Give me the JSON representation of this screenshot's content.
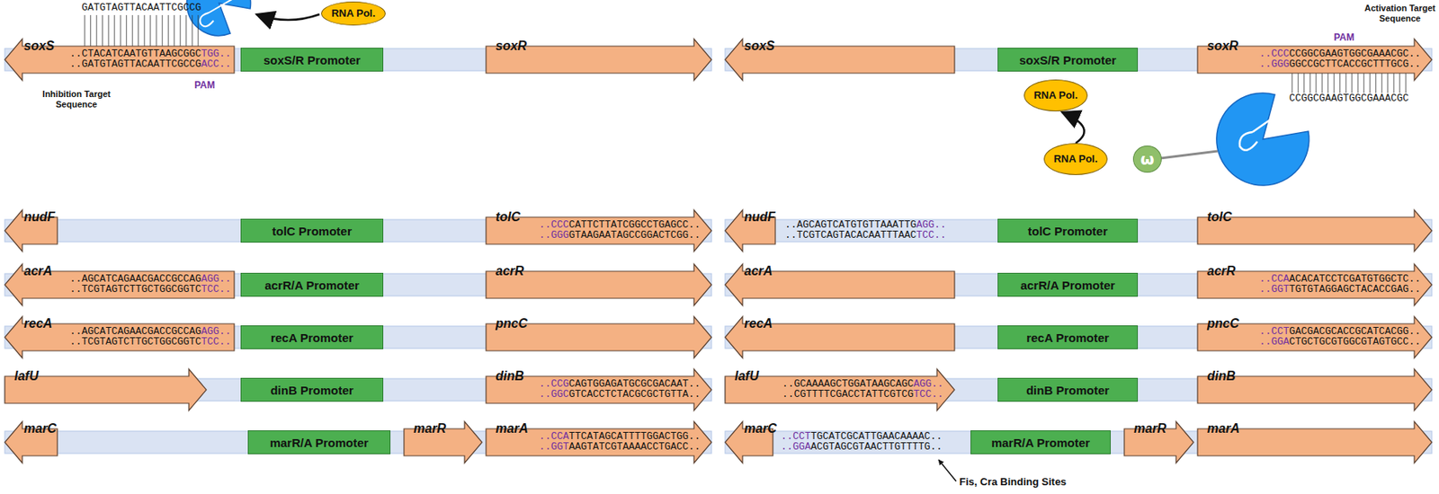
{
  "diagram": {
    "nodes": [
      {
        "text": [
          "RNA Pol."
        ]
      },
      {
        "text": [
          "soxS"
        ]
      },
      {
        "text": [
          "soxS/R Promoter"
        ]
      },
      {
        "text": [
          "soxR"
        ]
      },
      {
        "text": [
          "nudF"
        ]
      },
      {
        "text": [
          "tolC Promoter"
        ]
      },
      {
        "text": [
          "tolC"
        ]
      },
      {
        "text": [
          "acrA"
        ]
      },
      {
        "text": [
          "acrR/A Promoter"
        ]
      },
      {
        "text": [
          "acrR"
        ]
      },
      {
        "text": [
          "recA"
        ]
      },
      {
        "text": [
          "recA Promoter"
        ]
      },
      {
        "text": [
          "pncC"
        ]
      },
      {
        "text": [
          "lafU"
        ]
      },
      {
        "text": [
          "dinB Promoter"
        ]
      },
      {
        "text": [
          "dinB"
        ]
      },
      {
        "text": [
          "marC"
        ]
      },
      {
        "text": [
          "marR/A Promoter"
        ]
      },
      {
        "text": [
          "marR"
        ]
      },
      {
        "text": [
          "marA"
        ]
      },
      {
        "text": [
          "soxS"
        ]
      },
      {
        "text": [
          "soxS/R Promoter"
        ]
      },
      {
        "text": [
          "soxR"
        ]
      },
      {
        "text": [
          "RNA Pol."
        ]
      },
      {
        "text": [
          "RNA Pol."
        ]
      },
      {
        "text": [
          "ω"
        ]
      },
      {
        "text": [
          "nudF"
        ]
      },
      {
        "text": [
          "tolC Promoter"
        ]
      },
      {
        "text": [
          "tolC"
        ]
      },
      {
        "text": [
          "acrA"
        ]
      },
      {
        "text": [
          "acrR/A Promoter"
        ]
      },
      {
        "text": [
          "acrR"
        ]
      },
      {
        "text": [
          "recA"
        ]
      },
      {
        "text": [
          "recA Promoter"
        ]
      },
      {
        "text": [
          "pncC"
        ]
      },
      {
        "text": [
          "lafU"
        ]
      },
      {
        "text": [
          "dinB Promoter"
        ]
      },
      {
        "text": [
          "dinB"
        ]
      },
      {
        "text": [
          "marC"
        ]
      },
      {
        "text": [
          "marR/A Promoter"
        ]
      },
      {
        "text": [
          "marR"
        ]
      },
      {
        "text": [
          "marA"
        ]
      }
    ],
    "edges": [
      {
        "from": 24,
        "to": 23,
        "arrow": "to"
      }
    ],
    "labels": [
      "GATGTAGTTACAATTCGCCG",
      "..CTACATCAATGTTAAGCGGC",
      "TGG..",
      "..GATGTAGTTACAATTCGCCG",
      "ACC..",
      "Inhibition Target Sequence",
      "PAM",
      "..CCC",
      "CATTCTTATCGGCCTGAGCC..",
      "..GGG",
      "GTAAGAATAGCCGGACTCGG..",
      "..AGCATCAGAACGACCGCCAG",
      "AGG..",
      "..TCGTAGTCTTGCTGGCGGTC",
      "TCC..",
      "..AGCATCAGAACGACCGCCAG",
      "AGG..",
      "..TCGTAGTCTTGCTGGCGGTC",
      "TCC..",
      "..CCG",
      "CAGTGGAGATGCGCGACAAT..",
      "..GGC",
      "GTCACCTCTACGCGCTGTTA..",
      "..CCA",
      "TTCATAGCATTTTGGACTGG..",
      "..GGT",
      "AAGTATCGTAAAACCTGACC..",
      "PAM",
      "Activation Target Sequence",
      "..CCC",
      "CCGGCGAAGTGGCGAAACGC..",
      "..GGG",
      "GGCCGCTTCACCGCTTTGCG..",
      "CCGGCGAAGTGGCGAAACGC",
      "..AGCAGTCATGTGTTAAATTG",
      "AGG..",
      "..TCGTCAGTACACAATTTAAC",
      "TCC..",
      "..CCA",
      "ACACATCCTCGATGTGGCTC..",
      "..GGT",
      "TGTGTAGGAGCTACACCGAG..",
      "..CCT",
      "GACGACGCACCGCATCACGG..",
      "..GGA",
      "CTGCTGCGTGGCGTAGTGCC..",
      "..GCAAAAGCTGGATAAGCAGC",
      "AGG..",
      "..CGTTTTCGACCTATTCGTCG",
      "TCC..",
      "..CCT",
      "TGCATCGCATTGAACAAAAC..",
      "..GGA",
      "ACGTAGCGTAACTTGTTTTG..",
      "Fis, Cra Binding Sites"
    ]
  }
}
